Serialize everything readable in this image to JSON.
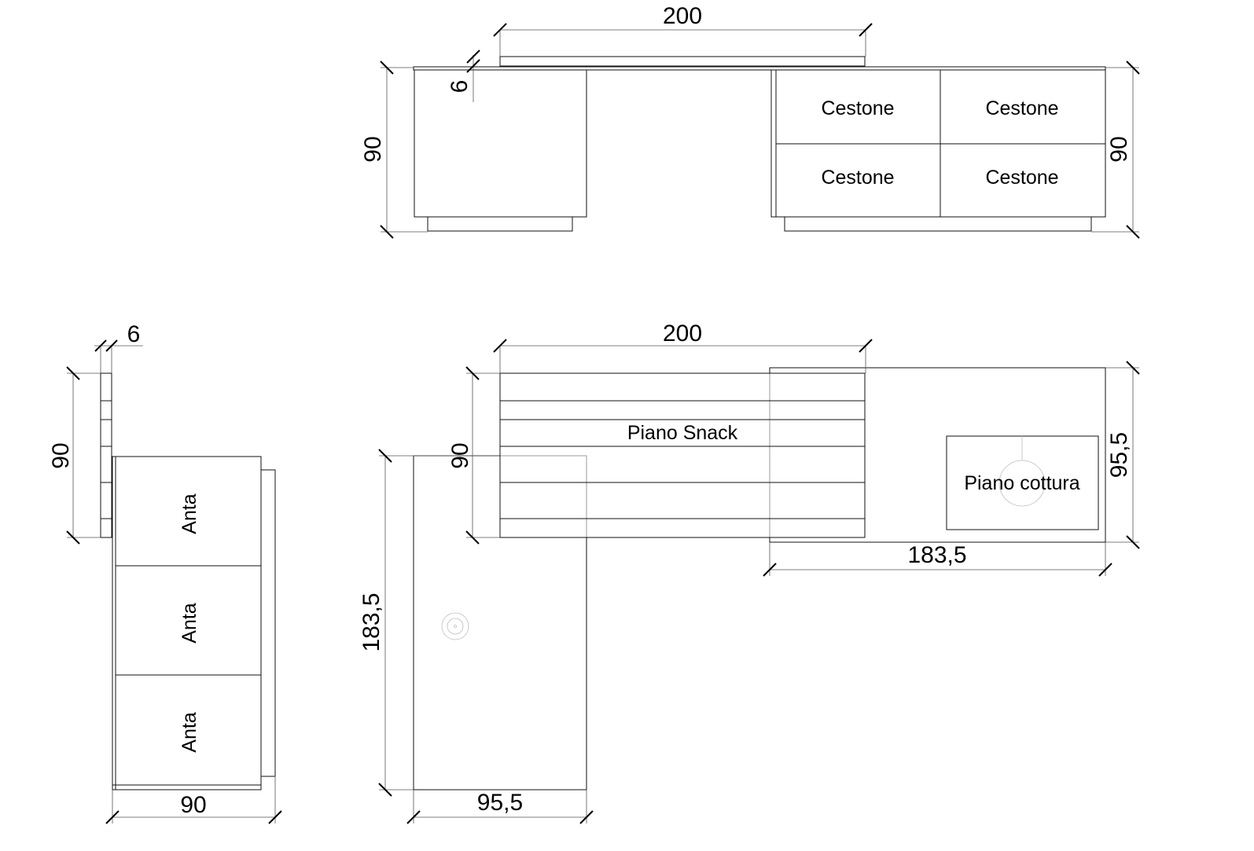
{
  "front_view": {
    "width_top": "200",
    "depth_small": "6",
    "height_left": "90",
    "height_right": "90",
    "drawers": [
      "Cestone",
      "Cestone",
      "Cestone",
      "Cestone"
    ]
  },
  "side_view": {
    "depth_small": "6",
    "height": "90",
    "width": "90",
    "doors": [
      "Anta",
      "Anta",
      "Anta"
    ]
  },
  "plan_view": {
    "width_top": "200",
    "snack_depth": "90",
    "right_depth": "95,5",
    "right_length": "183,5",
    "left_length": "183,5",
    "left_width": "95,5",
    "snack_label": "Piano Snack",
    "cooktop_label": "Piano cottura"
  },
  "colors": {
    "line": "#111111",
    "faint": "#bdbdbd",
    "background": "#ffffff"
  }
}
